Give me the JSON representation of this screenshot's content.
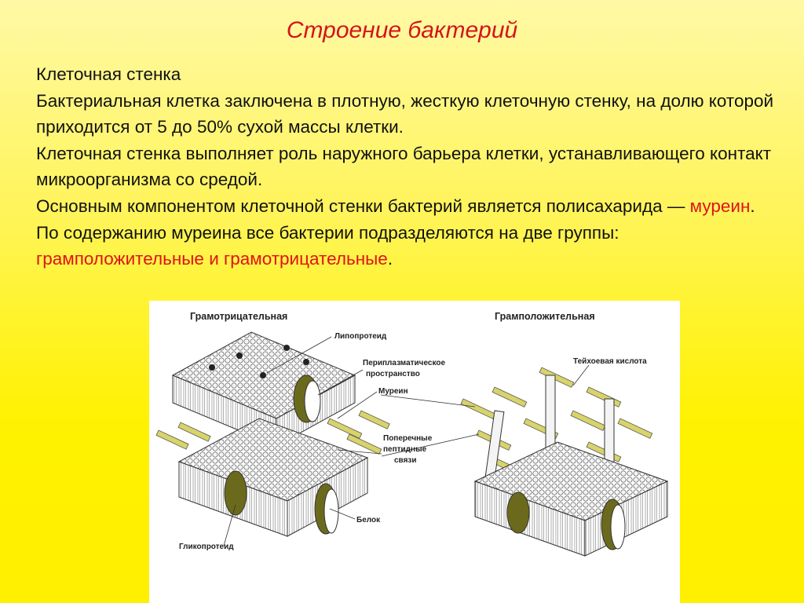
{
  "slide": {
    "title": "Строение бактерий",
    "heading": "Клеточная стенка",
    "para1": "Бактериальная клетка заключена в плотную, жесткую клеточную стенку, на долю которой приходится от 5 до 50% сухой массы клетки.",
    "para2": "Клеточная стенка выполняет роль наружного барьера клетки, устанавливающего контакт микроорганизма со средой.",
    "para3_start": "Основным компонентом клеточной стенки бактерий является полисахарида — ",
    "para3_murein": "муреин",
    "para3_mid": ". По содержанию муреина все бактерии подразделяются на две группы: ",
    "para3_groups": "грамположительные и грамотрицательные",
    "para3_end": "."
  },
  "figure": {
    "left_title": "Грамотрицательная",
    "right_title": "Грамположительная",
    "labels": {
      "lipoprotein": "Липопротеид",
      "periplasmic_1": "Периплазматическое",
      "periplasmic_2": "пространство",
      "murein": "Муреин",
      "crosslinks_1": "Поперечные",
      "crosslinks_2": "пептидные",
      "crosslinks_3": "связи",
      "protein": "Белок",
      "glycoprotein": "Гликопротеид",
      "teichoic": "Тейхоевая кислота"
    },
    "colors": {
      "rod": "#d8d36a",
      "protein_dark": "#6b6a1c",
      "membrane": "#f2f2f2",
      "line": "#333333"
    }
  }
}
